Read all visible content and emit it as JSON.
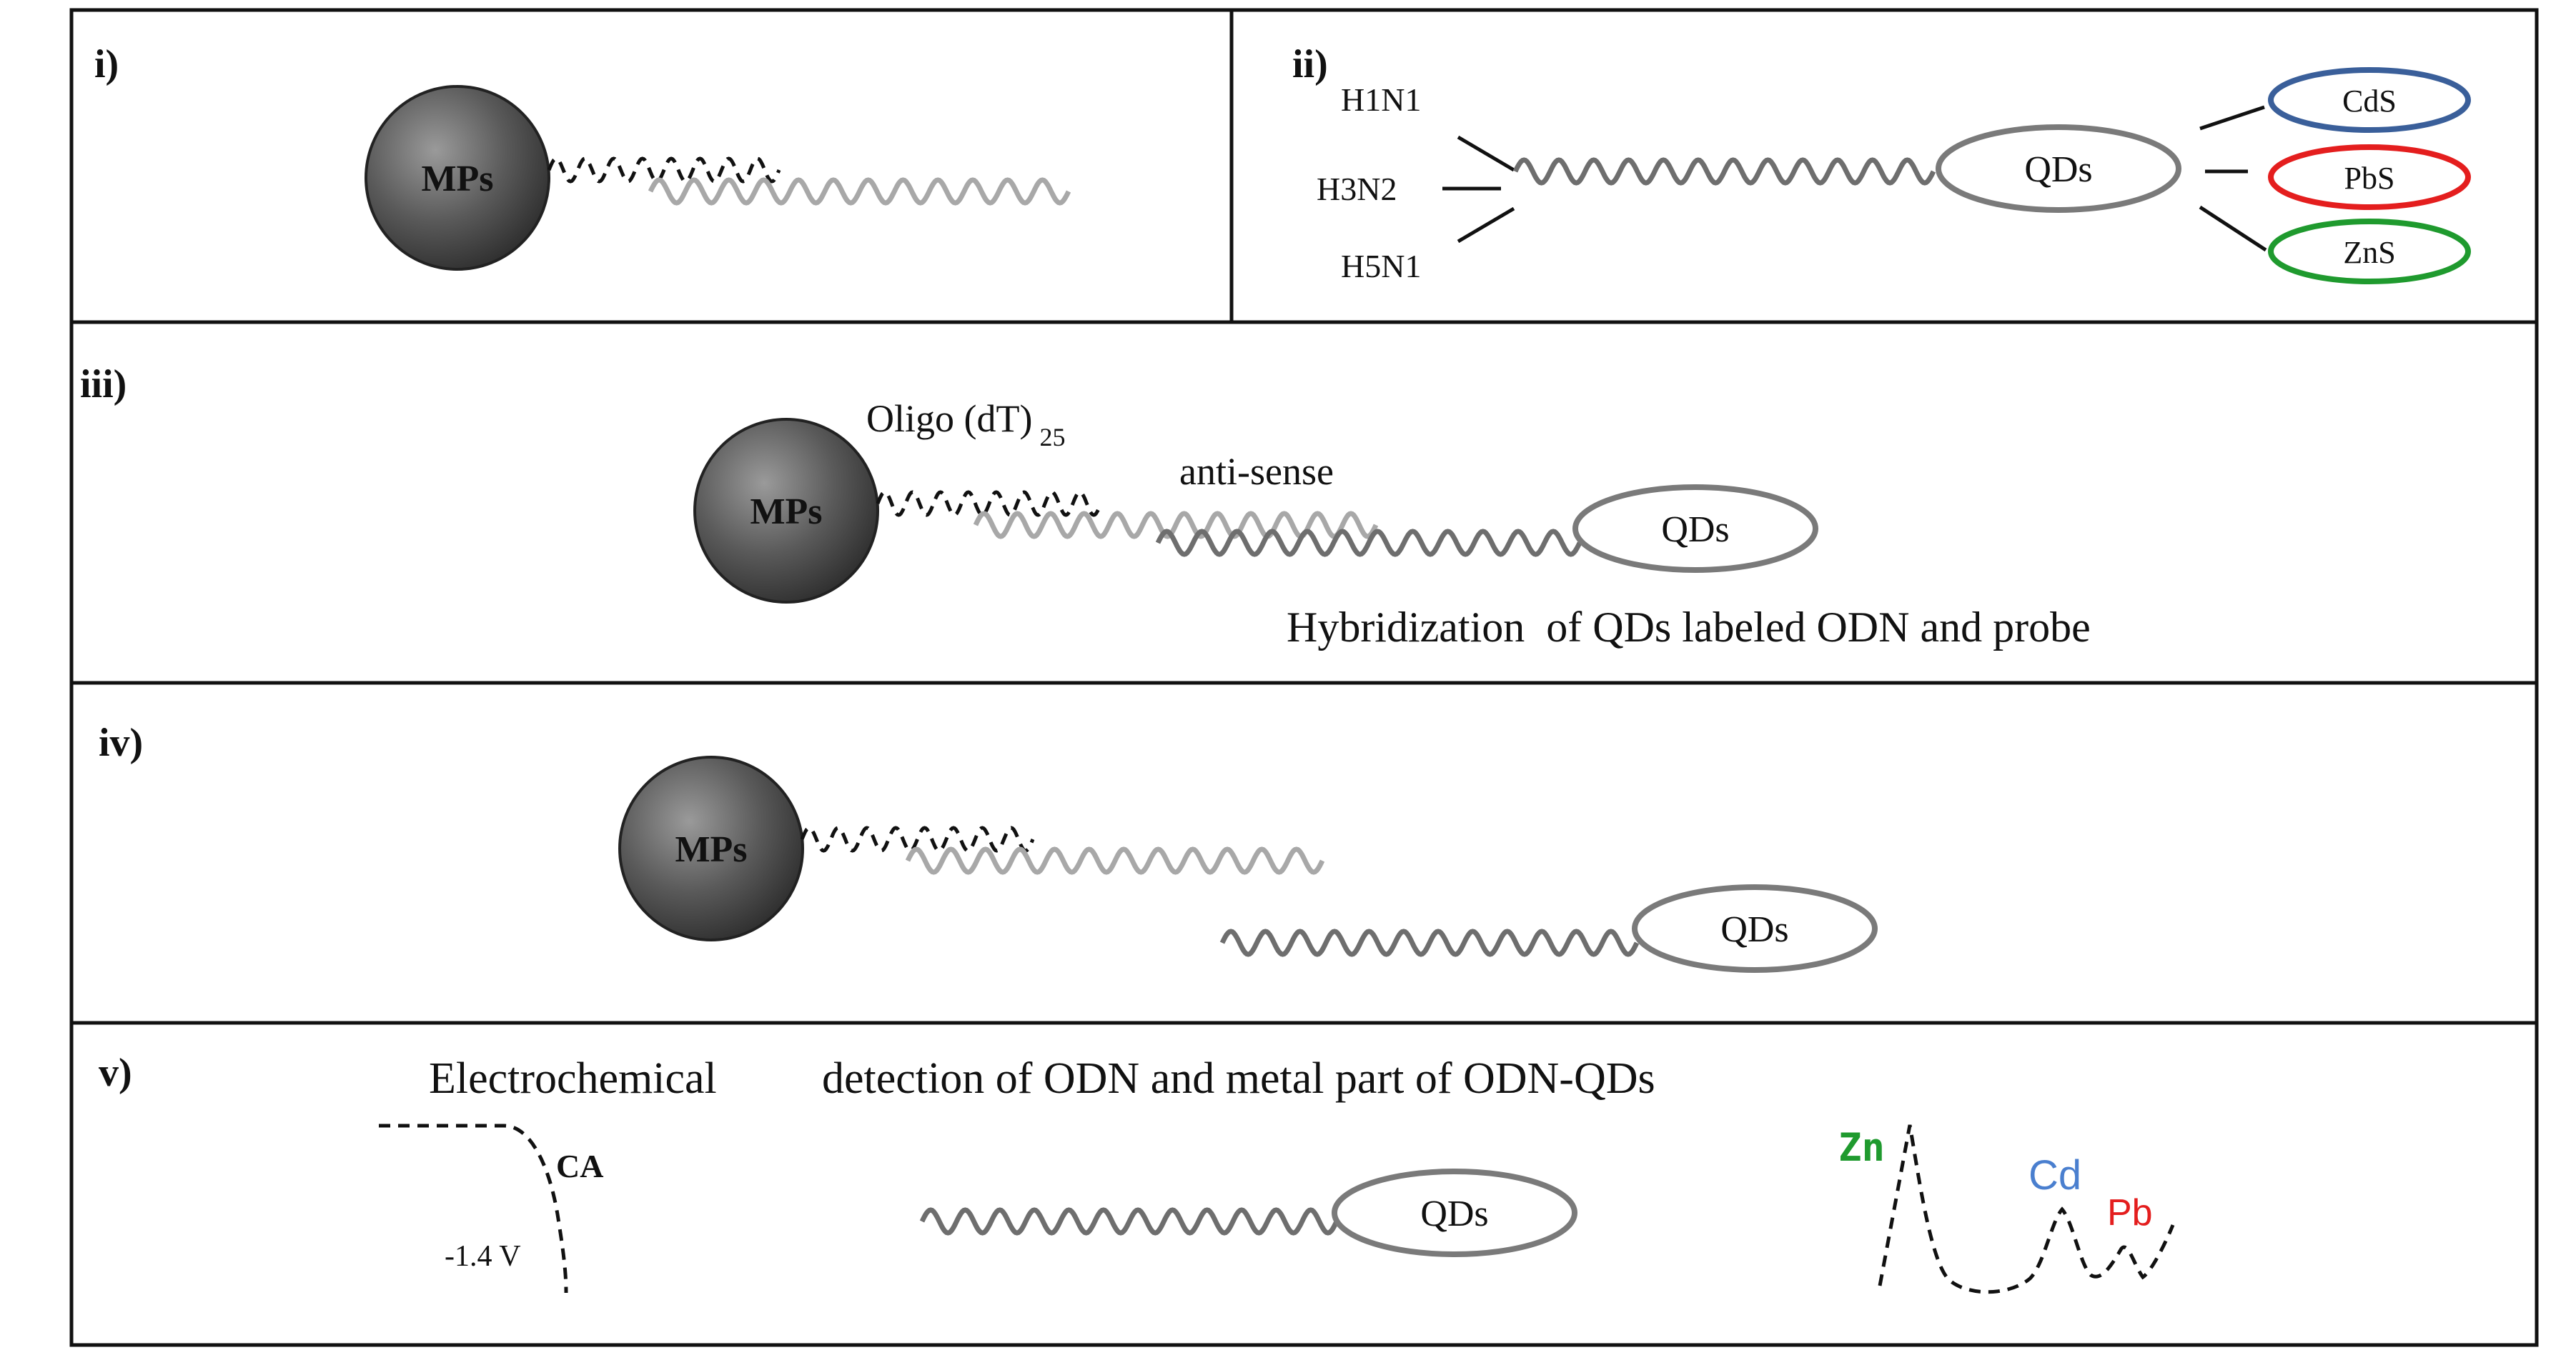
{
  "panels": {
    "i": {
      "label": "i)",
      "particle": "MPs"
    },
    "ii": {
      "label": "ii)",
      "strains": [
        "H1N1",
        "H3N2",
        "H5N1"
      ],
      "dot": "QDs",
      "qd_types": [
        {
          "name": "CdS",
          "color": "#3a5f9a"
        },
        {
          "name": "PbS",
          "color": "#e41e1e"
        },
        {
          "name": "ZnS",
          "color": "#1f9a2e"
        }
      ]
    },
    "iii": {
      "label": "iii)",
      "particle": "MPs",
      "oligo": "Oligo (dT)",
      "oligo_sub": "25",
      "antisense": "anti-sense",
      "dot": "QDs",
      "caption": "Hybridization  of QDs labeled ODN and probe"
    },
    "iv": {
      "label": "iv)",
      "particle": "MPs",
      "dot": "QDs"
    },
    "v": {
      "label": "v)",
      "caption_a": "Electrochemical",
      "caption_b": "detection of ODN and metal part of ODN-QDs",
      "ca": "CA",
      "voltage": "-1.4 V",
      "dot": "QDs",
      "peaks": [
        {
          "name": "Zn",
          "color": "#1f9a2e"
        },
        {
          "name": "Cd",
          "color": "#4a7fcf"
        },
        {
          "name": "Pb",
          "color": "#e41e1e"
        }
      ]
    }
  },
  "colors": {
    "frame": "#111111",
    "probe_strand": "#a8a8a8",
    "target_strand": "#6e6e6e",
    "particle_dark": "#3c3c3c",
    "particle_light": "#8a8a8a"
  }
}
